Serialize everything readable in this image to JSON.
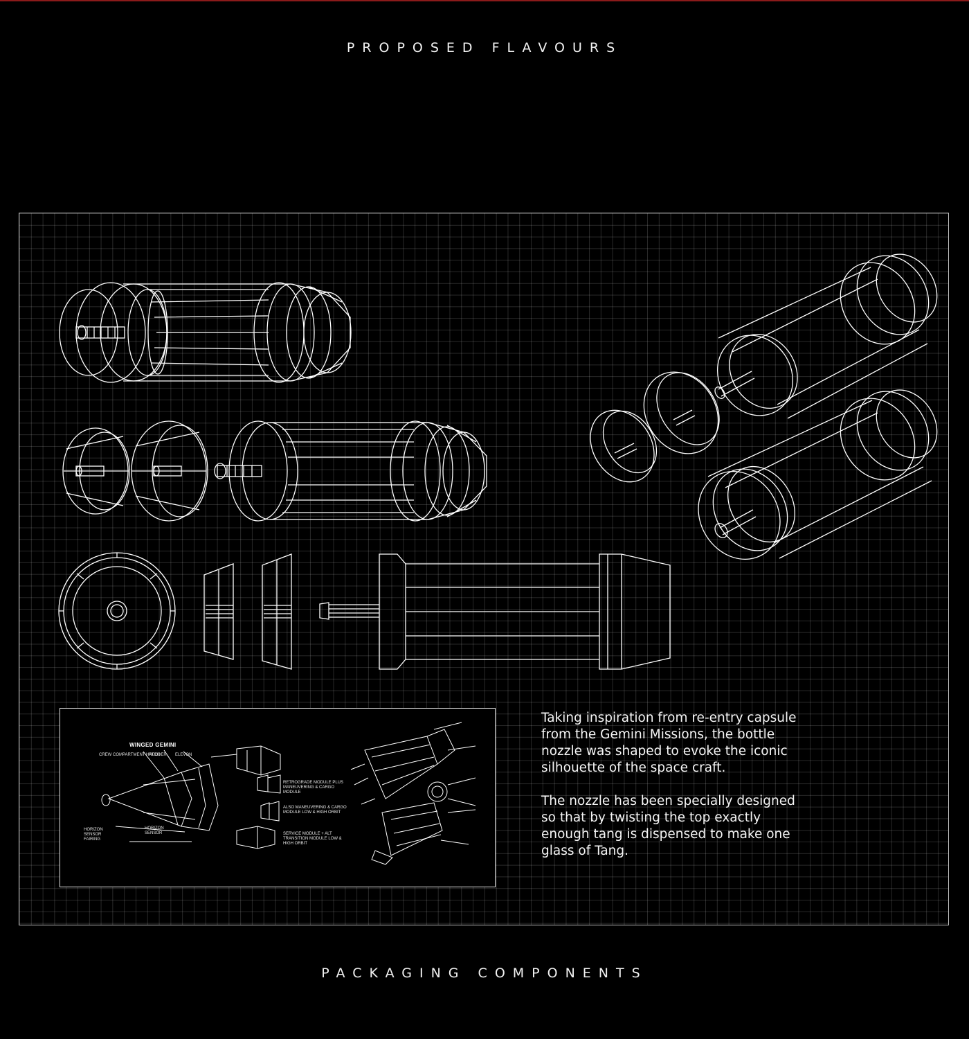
{
  "headings": {
    "top": "PROPOSED FLAVOURS",
    "bottom": "PACKAGING COMPONENTS"
  },
  "description": {
    "paragraph_1": "Taking inspiration from re-entry capsule from the Gemini Missions, the bottle nozzle was shaped to evoke the iconic silhouette of the space craft.",
    "paragraph_2": "The nozzle has been specially designed so that by twisting the top exactly enough tang is dispensed to make one glass of Tang."
  },
  "reference_sketch": {
    "title": "WINGED GEMINI",
    "labels": {
      "crew_hatch": "Crew compartment hatch",
      "rudder": "Rudder",
      "elevon": "Elevon",
      "horizon_sensor_fairing": "Horizon sensor fairing",
      "horizon_sensor": "Horizon sensor",
      "retrograde": "Retrograde module plus maneuvering & cargo module",
      "maneuvering_cargo": "Also maneuvering & cargo module low & high orbit",
      "service_module": "Service module + alt transition module low & high orbit"
    }
  },
  "colors": {
    "background": "#000000",
    "line": "#ffffff",
    "grid": "#2a2a2a",
    "accent_top_rule": "#8b1a1a"
  }
}
